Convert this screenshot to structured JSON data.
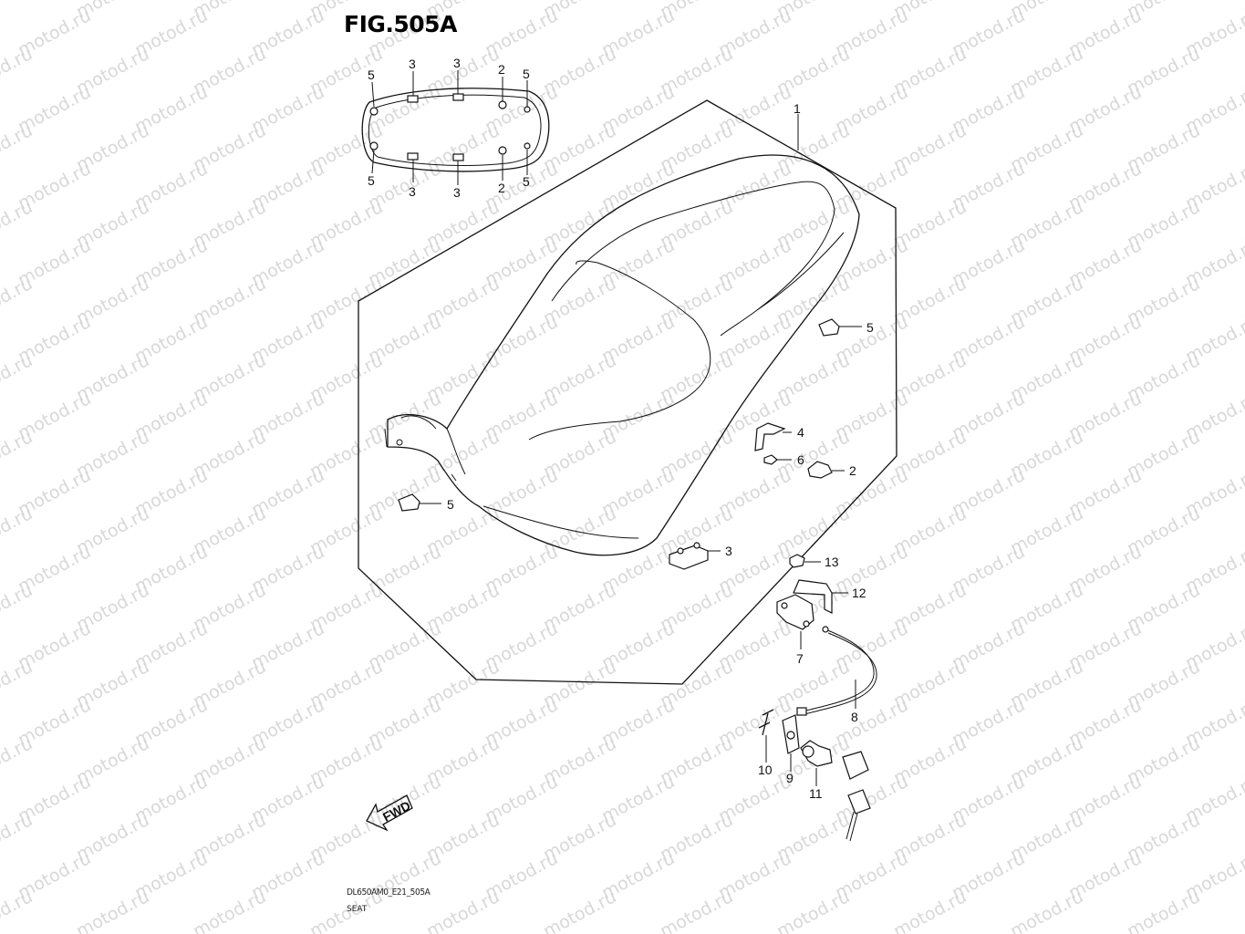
{
  "figure": {
    "title": "FIG.505A",
    "code": "DL650AM0_E21_505A",
    "name": "SEAT"
  },
  "watermark": "motod.ru",
  "fwd_label": "FWD",
  "callouts": {
    "c1": "1",
    "c2_right": "2",
    "c3_bottom": "3",
    "c4": "4",
    "c5_right": "5",
    "c5_left": "5",
    "c6": "6",
    "c7": "7",
    "c8": "8",
    "c9": "9",
    "c10": "10",
    "c11": "11",
    "c12": "12",
    "c13": "13",
    "inset_top_5a": "5",
    "inset_top_3a": "3",
    "inset_top_3b": "3",
    "inset_top_2": "2",
    "inset_top_5b": "5",
    "inset_bot_5a": "5",
    "inset_bot_3a": "3",
    "inset_bot_3b": "3",
    "inset_bot_2": "2",
    "inset_bot_5b": "5"
  }
}
